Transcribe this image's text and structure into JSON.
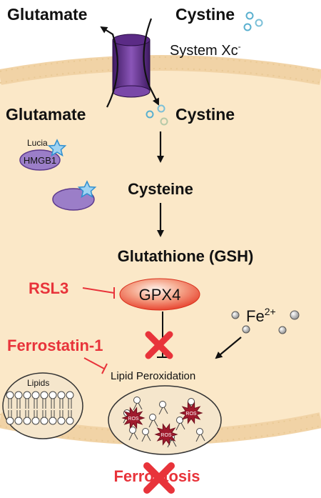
{
  "labels": {
    "glutamate_out": "Glutamate",
    "cystine_out": "Cystine",
    "system_xc": "System Xc",
    "system_xc_sup": "-",
    "glutamate_in": "Glutamate",
    "cystine_in": "Cystine",
    "lucia": "Lucia",
    "hmgb1": "HMGB1",
    "cysteine": "Cysteine",
    "glutathione": "Glutathione (GSH)",
    "rsl3": "RSL3",
    "gpx4": "GPX4",
    "fe": "Fe",
    "fe_sup": "2+",
    "ferrostatin": "Ferrostatin-1",
    "lipid_peroxidation": "Lipid Peroxidation",
    "lipids": "Lipids",
    "ros": "ROS",
    "ferroptosis": "Ferroptosis"
  },
  "colors": {
    "cytoplasm": "#fbe8c8",
    "membrane": "#f3d6ab",
    "inhibitor_red": "#e8333a",
    "transporter": "#6a3590",
    "hmgb1": "#9b7ec8",
    "star": "#3aa3df",
    "ros": "#a01a2d",
    "gpx4_fill": "#f0513a"
  },
  "icons": [
    "star-icon",
    "x-mark-icon",
    "arrow-icon",
    "inhibition-bar-icon"
  ]
}
